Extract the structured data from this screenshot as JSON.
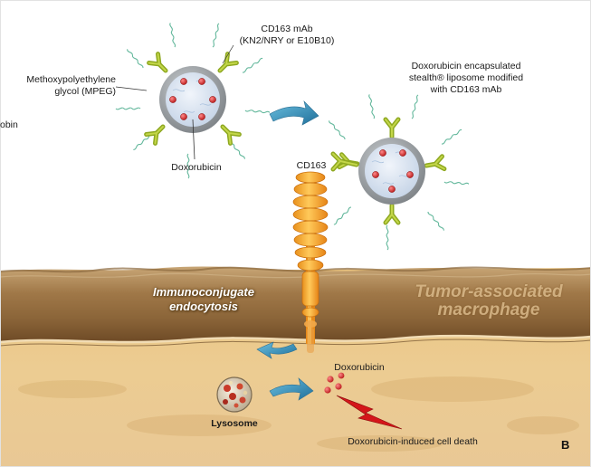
{
  "labels": {
    "mpeg_line1": "Methoxypolyethylene",
    "mpeg_line2": "glycol (MPEG)",
    "cut_left": "obin",
    "mab_line1": "CD163 mAb",
    "mab_line2": "(KN2/NRY or E10B10)",
    "doxorubicin_top": "Doxorubicin",
    "lipo_line1": "Doxorubicin encapsulated",
    "lipo_line2": "stealth® liposome modified",
    "lipo_line3": "with CD163 mAb",
    "cd163": "CD163",
    "endo_line1": "Immunoconjugate",
    "endo_line2": "endocytosis",
    "tam_line1": "Tumor-associated",
    "tam_line2": "macrophage",
    "doxorubicin_cell": "Doxorubicin",
    "lysosome": "Lysosome",
    "cell_death": "Doxorubicin-induced cell death",
    "panel": "B"
  },
  "colors": {
    "antibody": "#9fb52a",
    "liposome_shell": "#9aa0a4",
    "liposome_core": "#dbe6f2",
    "drug": "#d52a2a",
    "receptor": "#f2a22a",
    "membrane_dark": "#7a5a32",
    "cytoplasm": "#e8c48c",
    "arrow": "#3d97bf",
    "lightning": "#d4161a"
  }
}
